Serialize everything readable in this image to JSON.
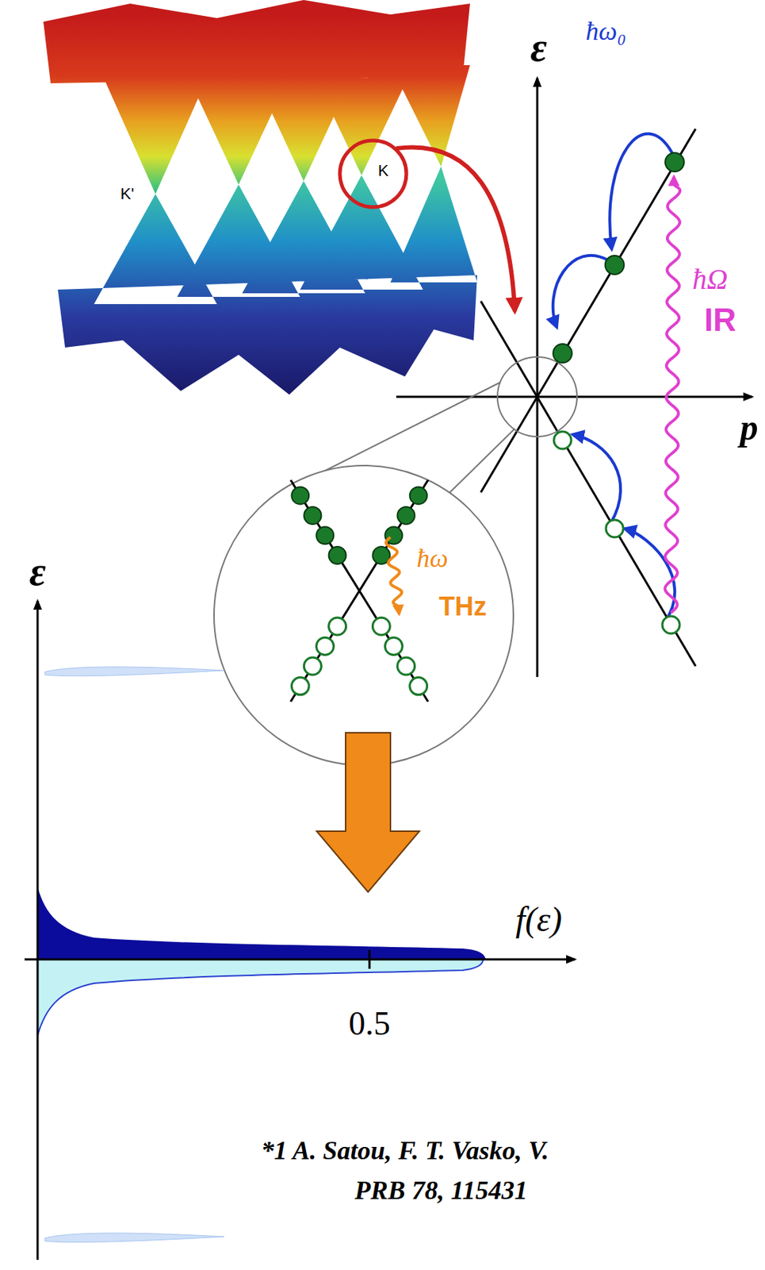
{
  "diagram": {
    "labels": [
      "K'",
      "K",
      "ε",
      "ħω₀",
      "ħΩ",
      "IR",
      "p",
      "ħω",
      "THz",
      "ε",
      "f(ε)",
      "0.5",
      "*1  A. Satou, F. T. Vasko, V.",
      "PRB 78, 115431"
    ]
  }
}
